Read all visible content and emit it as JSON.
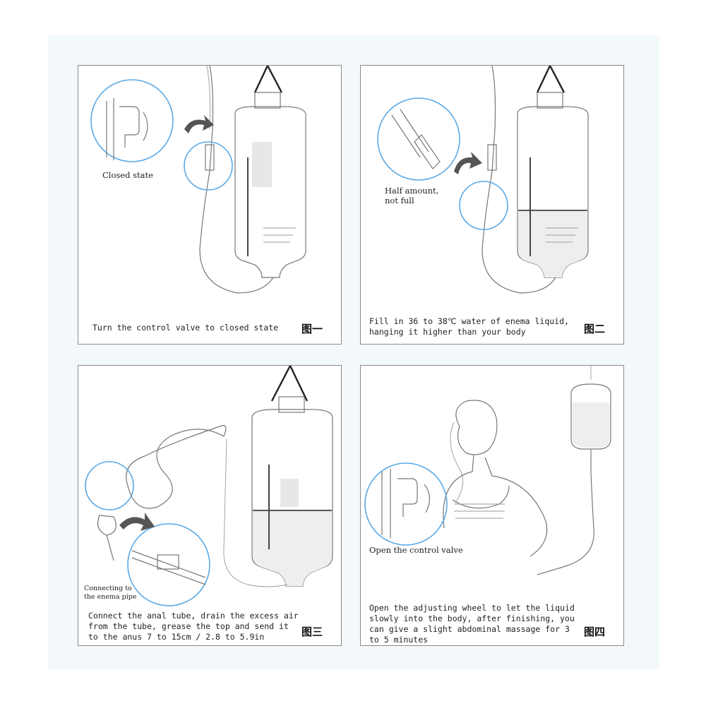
{
  "panels": [
    {
      "callout": "Closed state",
      "caption": "Turn the control valve to closed state",
      "figure_label": "图一",
      "icons": [
        "enema-bag-icon",
        "control-valve-icon",
        "curved-arrow-icon"
      ]
    },
    {
      "callout": "Half amount,\nnot full",
      "caption": "Fill in 36 to 38℃ water of enema liquid,\nhanging it higher than your body",
      "figure_label": "图二",
      "icons": [
        "enema-bag-icon",
        "tube-tip-icon",
        "curved-arrow-icon"
      ]
    },
    {
      "callout": "Connecting to\nthe enema pipe",
      "caption": "Connect the anal tube, drain the excess air\nfrom the tube, grease the top and send it\nto the anus 7 to 15cm / 2.8 to 5.9in",
      "figure_label": "图三",
      "icons": [
        "enema-bag-icon",
        "tube-connector-icon",
        "curved-arrow-icon"
      ]
    },
    {
      "callout": "Open the control valve",
      "caption": "Open the adjusting wheel to let the liquid\nslowly into the body, after finishing, you\ncan give a slight abdominal massage for 3\nto 5 minutes",
      "figure_label": "图四",
      "icons": [
        "woman-illustration-icon",
        "control-valve-icon",
        "enema-bag-icon"
      ]
    }
  ],
  "colors": {
    "highlight_ring": "#5aa9e6",
    "panel_border": "#8a8a8a",
    "background": "#f3f8fb"
  }
}
